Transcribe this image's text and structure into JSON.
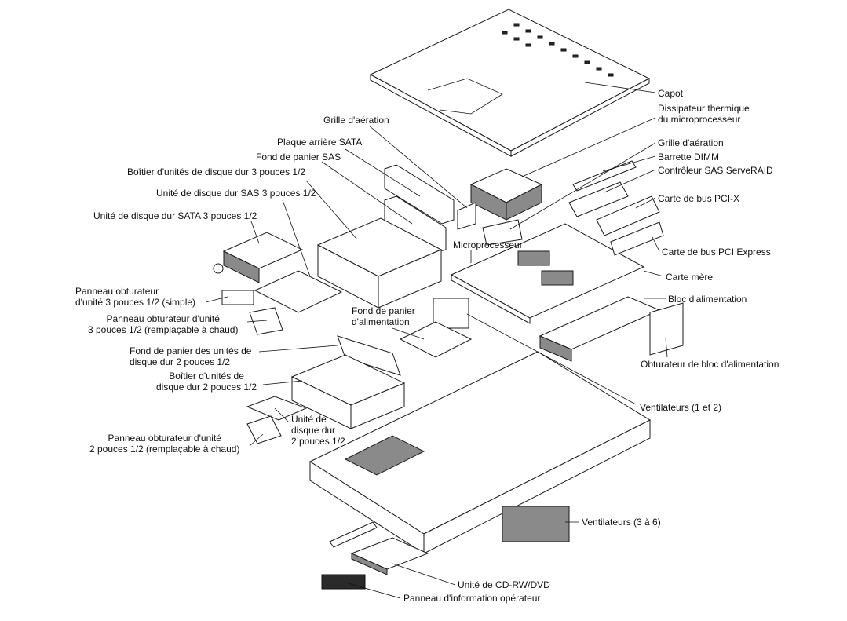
{
  "labels": {
    "capot": "Capot",
    "dissipateur_1": "Dissipateur thermique",
    "dissipateur_2": "du microprocesseur",
    "grille_aeration_top": "Grille d'aération",
    "grille_aeration_right": "Grille d'aération",
    "barrette_dimm": "Barrette DIMM",
    "controleur_sas": "Contrôleur SAS ServeRAID",
    "carte_pcix": "Carte de bus PCI-X",
    "carte_pcie": "Carte de bus PCI Express",
    "carte_mere": "Carte mère",
    "bloc_alim": "Bloc d'alimentation",
    "obturateur_alim": "Obturateur de bloc d'alimentation",
    "ventilateurs_12": "Ventilateurs (1 et 2)",
    "ventilateurs_36": "Ventilateurs (3 à 6)",
    "unite_cdrw": "Unité de CD-RW/DVD",
    "panneau_info": "Panneau d'information opérateur",
    "plaque_sata": "Plaque arrière SATA",
    "fond_panier_sas": "Fond de panier SAS",
    "boitier_35": "Boîtier d'unités de disque dur 3 pouces 1/2",
    "unite_sas_35": "Unité de disque dur SAS 3 pouces 1/2",
    "unite_sata_35": "Unité de disque dur SATA 3 pouces 1/2",
    "microprocesseur": "Microprocesseur",
    "panneau_simple_1": "Panneau obturateur",
    "panneau_simple_2": "d'unité 3 pouces 1/2 (simple)",
    "panneau_chaud35_1": "Panneau obturateur d'unité",
    "panneau_chaud35_2": "3 pouces 1/2 (remplaçable à chaud)",
    "fond_alim_1": "Fond de panier",
    "fond_alim_2": "d'alimentation",
    "fond_25_1": "Fond de panier des unités de",
    "fond_25_2": "disque dur 2 pouces 1/2",
    "boitier_25_1": "Boîtier d'unités de",
    "boitier_25_2": "disque dur 2 pouces 1/2",
    "unite_25_1": "Unité de",
    "unite_25_2": "disque dur",
    "unite_25_3": "2 pouces 1/2",
    "panneau_chaud25_1": "Panneau obturateur d'unité",
    "panneau_chaud25_2": "2 pouces 1/2 (remplaçable à chaud)"
  }
}
